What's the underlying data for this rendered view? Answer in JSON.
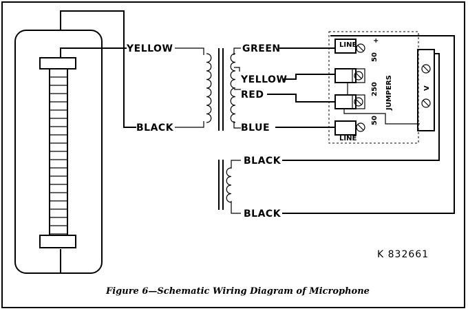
{
  "wires": {
    "primary_top": "YELLOW",
    "primary_bottom": "BLACK",
    "secondary_1": "GREEN",
    "secondary_2": "YELLOW",
    "secondary_3": "RED",
    "secondary_4": "BLUE",
    "choke_top": "BLACK",
    "choke_bottom": "BLACK"
  },
  "terminal_block": {
    "line_top": "LINE",
    "line_bottom": "LINE",
    "plus": "+",
    "val_50_top": "50",
    "val_250": "250",
    "val_50_bottom": "50",
    "jumpers": "JUMPERS",
    "v": "V"
  },
  "reference": "K 832661",
  "caption": "Figure 6—Schematic Wiring Diagram of Microphone"
}
